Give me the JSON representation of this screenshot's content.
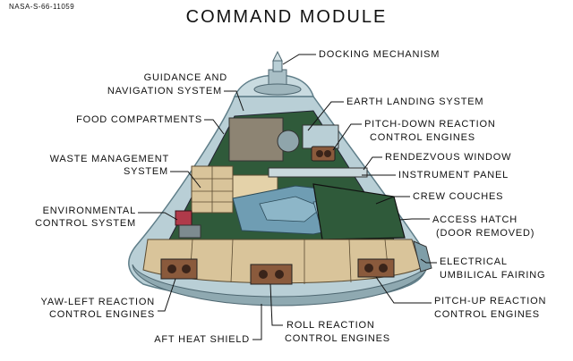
{
  "figure_ref": "NASA-S-66-11059",
  "title": "COMMAND MODULE",
  "labels": {
    "docking_mechanism": "DOCKING MECHANISM",
    "guidance_nav_1": "GUIDANCE AND",
    "guidance_nav_2": "NAVIGATION SYSTEM",
    "earth_landing": "EARTH LANDING SYSTEM",
    "food_compartments": "FOOD COMPARTMENTS",
    "pitch_down_1": "PITCH-DOWN REACTION",
    "pitch_down_2": "CONTROL ENGINES",
    "rendezvous_window": "RENDEZVOUS WINDOW",
    "waste_mgmt_1": "WASTE MANAGEMENT",
    "waste_mgmt_2": "SYSTEM",
    "instrument_panel": "INSTRUMENT PANEL",
    "crew_couches": "CREW COUCHES",
    "env_control_1": "ENVIRONMENTAL",
    "env_control_2": "CONTROL SYSTEM",
    "access_hatch_1": "ACCESS HATCH",
    "access_hatch_2": "(DOOR REMOVED)",
    "electrical_1": "ELECTRICAL",
    "electrical_2": "UMBILICAL FAIRING",
    "yaw_left_1": "YAW-LEFT REACTION",
    "yaw_left_2": "CONTROL ENGINES",
    "pitch_up_1": "PITCH-UP REACTION",
    "pitch_up_2": "CONTROL ENGINES",
    "roll_1": "ROLL REACTION",
    "roll_2": "CONTROL ENGINES",
    "aft_heat_shield": "AFT HEAT SHIELD"
  },
  "colors": {
    "hull": "#b9cfd6",
    "hull_dark": "#7f9ea8",
    "interior_green": "#2f5a3a",
    "couches_blue": "#6f9db3",
    "compartments_tan": "#d9c49a",
    "engines_brown": "#8a5a3c",
    "leader_line": "#111111"
  }
}
